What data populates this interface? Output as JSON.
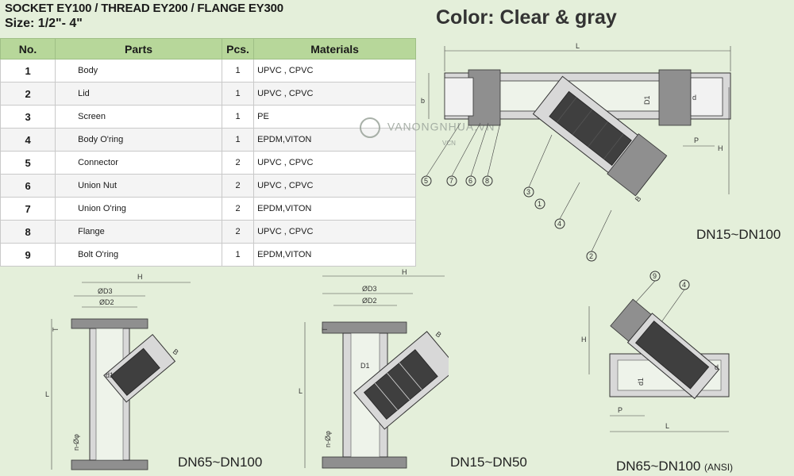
{
  "header": {
    "title": "SOCKET EY100 / THREAD EY200  / FLANGE EY300",
    "size": "Size: 1/2\"- 4\""
  },
  "color_note": "Color: Clear & gray",
  "table": {
    "headers": [
      "No.",
      "Parts",
      "Pcs.",
      "Materials"
    ],
    "rows": [
      {
        "no": "1",
        "part": "Body",
        "pcs": "1",
        "material": "UPVC , CPVC"
      },
      {
        "no": "2",
        "part": "Lid",
        "pcs": "1",
        "material": "UPVC , CPVC"
      },
      {
        "no": "3",
        "part": "Screen",
        "pcs": "1",
        "material": "PE"
      },
      {
        "no": "4",
        "part": "Body O'ring",
        "pcs": "1",
        "material": "EPDM,VITON"
      },
      {
        "no": "5",
        "part": "Connector",
        "pcs": "2",
        "material": "UPVC , CPVC"
      },
      {
        "no": "6",
        "part": "Union Nut",
        "pcs": "2",
        "material": "UPVC , CPVC"
      },
      {
        "no": "7",
        "part": "Union O'ring",
        "pcs": "2",
        "material": "EPDM,VITON"
      },
      {
        "no": "8",
        "part": "Flange",
        "pcs": "2",
        "material": "UPVC , CPVC"
      },
      {
        "no": "9",
        "part": "Bolt O'ring",
        "pcs": "1",
        "material": "EPDM,VITON"
      }
    ]
  },
  "drawings": {
    "union": {
      "caption": "DN15~DN100",
      "dims": {
        "L": "L",
        "D1": "D1",
        "d": "d",
        "P": "P",
        "H": "H",
        "B": "B",
        "b": "b"
      },
      "callouts": [
        "5",
        "7",
        "6",
        "8",
        "3",
        "1",
        "4",
        "2"
      ]
    },
    "flange_large": {
      "caption": "DN65~DN100",
      "dims": {
        "H": "H",
        "D3": "ØD3",
        "D2": "ØD2",
        "T": "T",
        "B": "B",
        "d1": "d1",
        "L": "L",
        "n": "n-Øφ"
      }
    },
    "flange_small": {
      "caption": "DN15~DN50",
      "dims": {
        "H": "H",
        "D3": "ØD3",
        "D2": "ØD2",
        "T": "T",
        "B": "B",
        "D1": "D1",
        "L": "L",
        "n": "n-Øφ"
      }
    },
    "ansi": {
      "caption": "DN65~DN100",
      "caption_suffix": "(ANSI)",
      "dims": {
        "H": "H",
        "d1": "d1",
        "d": "d",
        "P": "P",
        "L": "L"
      },
      "callouts": [
        "9",
        "4"
      ]
    }
  },
  "watermark": {
    "text": "VANONGNHUA.VN",
    "sub": "VCN"
  }
}
